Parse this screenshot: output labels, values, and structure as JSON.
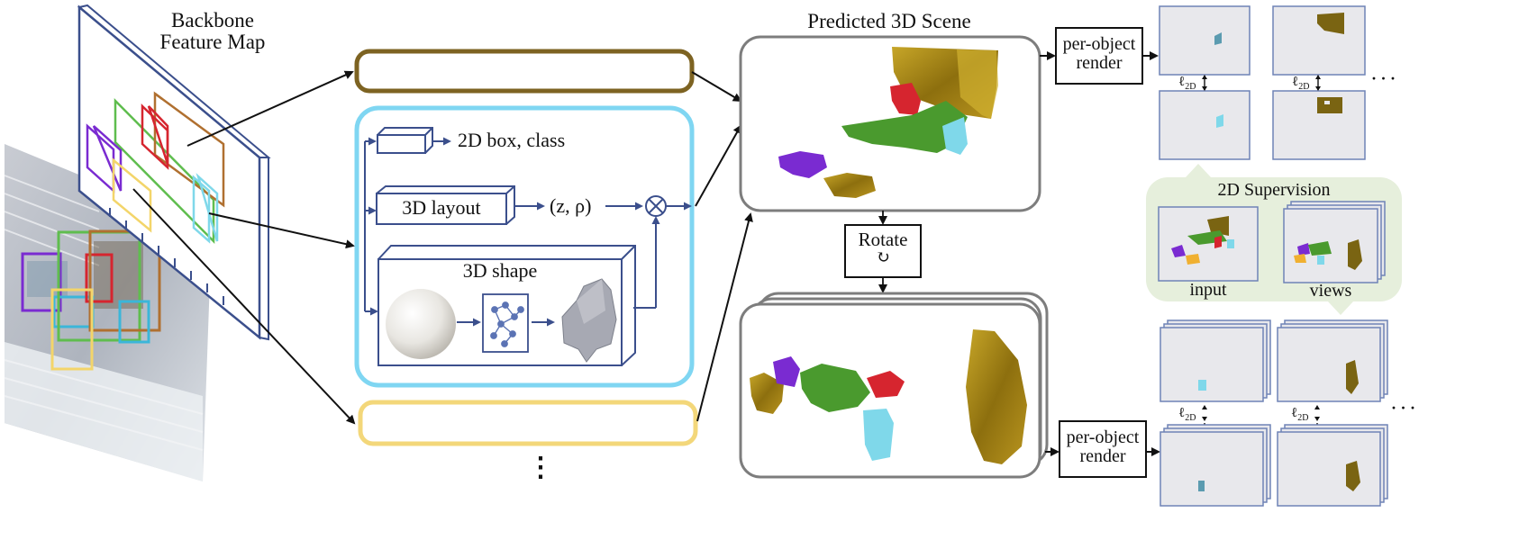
{
  "backbone": {
    "title_line1": "Backbone",
    "title_line2": "Feature Map"
  },
  "branch": {
    "box_class_label": "2D box, class",
    "layout_label": "3D layout",
    "z_rho_label": "(z, ρ)",
    "multiply_symbol": "⊗",
    "shape_label": "3D shape",
    "ellipsis_vertical": "⋮"
  },
  "scene": {
    "title": "Predicted 3D Scene"
  },
  "rotate": {
    "label": "Rotate",
    "symbol": "↻"
  },
  "render": {
    "top_line1": "per-object",
    "top_line2": "render",
    "bottom_line1": "per-object",
    "bottom_line2": "render"
  },
  "supervision": {
    "title": "2D Supervision",
    "input_label": "input",
    "views_label": "views",
    "loss_label": "ℓ",
    "loss_sub": "2D",
    "ellipsis": "· · ·"
  },
  "colors": {
    "navy": "#3b4f8c",
    "brown_bar": "#7d6322",
    "cyan_panel": "#7fd6f2",
    "yellow_bar": "#f3d77a",
    "supervision_bg": "#e6efdc",
    "tile_border": "#6f83b6",
    "gold": "#a08416",
    "green": "#4a9a2e",
    "red": "#d6252f",
    "purple": "#7a2bd1",
    "light_blue": "#7fd8ea"
  }
}
